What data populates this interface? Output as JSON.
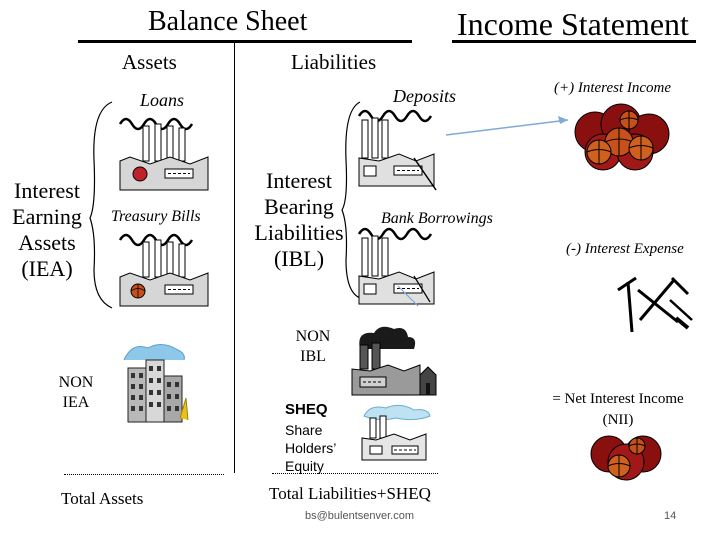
{
  "balance_sheet": {
    "title": "Balance Sheet",
    "assets_header": "Assets",
    "liabilities_header": "Liabilities"
  },
  "income_statement": {
    "title": "Income Statement",
    "interest_income": "(+) Interest Income",
    "interest_expense": "(-) Interest Expense",
    "net_interest_income_line1": "= Net Interest Income",
    "net_interest_income_line2": "(NII)"
  },
  "assets": {
    "loans": "Loans",
    "treasury_bills": "Treasury Bills",
    "iea_lines": [
      "Interest",
      "Earning",
      "Assets",
      "(IEA)"
    ],
    "non_iea_lines": [
      "NON",
      "IEA"
    ],
    "total": "Total Assets"
  },
  "liabilities": {
    "deposits": "Deposits",
    "bank_borrowings": "Bank Borrowings",
    "ibl_lines": [
      "Interest",
      "Bearing",
      "Liabilities",
      "(IBL)"
    ],
    "non_ibl_lines": [
      "NON",
      "IBL"
    ],
    "sheq": "SHEQ",
    "sheq_desc_lines": [
      "Share",
      "Holders’",
      "Equity"
    ],
    "total": "Total Liabilities+SHEQ"
  },
  "footer": {
    "email": "bs@bulentsenver.com",
    "page_number": "14"
  },
  "colors": {
    "ball_orange": "#c8501a",
    "ball_dark_red": "#8a1010",
    "factory_grey": "#d0d0d0",
    "arrow_blue": "#7fa9d9"
  }
}
